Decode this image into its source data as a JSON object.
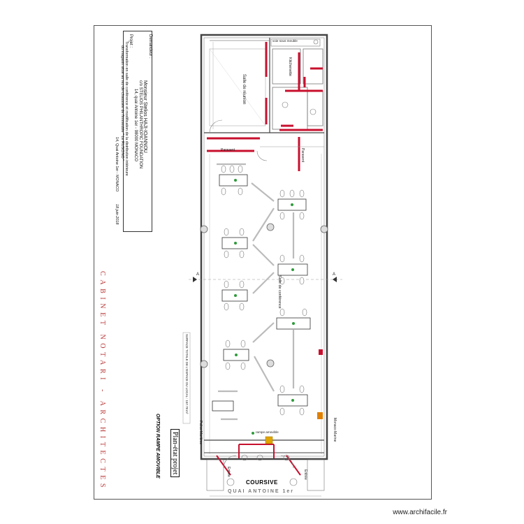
{
  "title_block": {
    "demandeur_label": "Demandeur :",
    "demandeur_name": "Monsieur Stelios HAJI-IOANNOU",
    "demandeur_org": "c/o STELIOS PHILANTHROPIC FOUNDATION",
    "demandeur_address": "14, quai Antoine 1er - 98000 MONACO",
    "projet_label": "Projet :",
    "projet_line1": "Transformation en salle de conférence et modification de la distribution intérieure",
    "projet_line2": "du magasin situé au rez-de-chaussée de l'immeuble \" Le RUSCINO \"",
    "projet_line3": "14, Quai Antoine 1er - MONACO",
    "date": "18 juin 2018"
  },
  "firm_name": "CABINET NOTARI - ARCHITECTES",
  "sheet_title": "Plan-état projet",
  "sheet_subtitle": "OPTION RAMPE AMOVIBLE",
  "surface_note": "SURFACE TOTALE DE L'ESPACE DU LOCAL : 157.78 m²",
  "labels": {
    "salle_reunion": "Salle de réunion",
    "kitchenette": "Kitchenette",
    "salle_conference": "Salle de conférence",
    "voie_sous_meuble": "voie sous meuble",
    "paravent": "Paravent",
    "rampe_amovible": "rampe amovible",
    "coursive": "COURSIVE",
    "quai": "QUAI  ANTOINE  1er",
    "monaco_marine": "Monaco Marine",
    "police_maritime": "Police Maritime",
    "entree": "Entrée",
    "section_a": "A"
  },
  "watermark": "www.archifacile.fr"
}
